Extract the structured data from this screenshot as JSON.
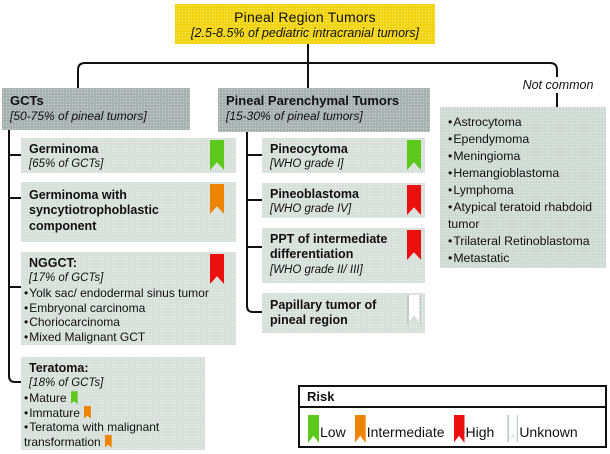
{
  "colors": {
    "root_bg": "#F2D411",
    "header_bg": "#A8B3B1",
    "box_bg": "#D8E0DC",
    "notcommon_bg": "#CFDAD5",
    "risk_low": "#5DC91C",
    "risk_intermediate": "#EE8502",
    "risk_high": "#EB1010",
    "risk_unknown": "#FFFFFF"
  },
  "root": {
    "title": "Pineal Region Tumors",
    "subtitle": "[2.5-8.5% of pediatric intracranial tumors]"
  },
  "gcts": {
    "title": "GCTs",
    "subtitle": "[50-75% of pineal tumors]",
    "germinoma": {
      "title": "Germinoma",
      "subtitle": "[65% of GCTs]",
      "risk": "Low"
    },
    "germinoma_sync": {
      "title": "Germinoma with syncytiotrophoblastic component",
      "risk": "Intermediate"
    },
    "nggct": {
      "title": "NGGCT:",
      "subtitle": "[17% of GCTs]",
      "risk": "High",
      "items": [
        "Yolk sac/ endodermal sinus tumor",
        "Embryonal carcinoma",
        "Choriocarcinoma",
        "Mixed Malignant GCT"
      ]
    },
    "teratoma": {
      "title": "Teratoma:",
      "subtitle": "[18% of GCTs]",
      "items": [
        "Mature",
        "Immature",
        "Teratoma with malignant transformation"
      ],
      "item_risks": [
        "Low",
        "Intermediate",
        "Intermediate"
      ]
    }
  },
  "ppt": {
    "title": "Pineal Parenchymal Tumors",
    "subtitle": "[15-30% of pineal tumors]",
    "pineocytoma": {
      "title": "Pineocytoma",
      "subtitle": "[WHO grade I]",
      "risk": "Low"
    },
    "pineoblastoma": {
      "title": "Pineoblastoma",
      "subtitle": "[WHO grade IV]",
      "risk": "High"
    },
    "intermediate": {
      "title": "PPT of intermediate differentiation",
      "subtitle": "[WHO grade II/ III]",
      "risk": "High"
    },
    "papillary": {
      "title": "Papillary tumor of pineal region",
      "risk": "Unknown"
    }
  },
  "notcommon": {
    "label": "Not common",
    "items": [
      "Astrocytoma",
      "Ependymoma",
      "Meningioma",
      "Hemangioblastoma",
      "Lymphoma",
      "Atypical teratoid rhabdoid tumor",
      "Trilateral Retinoblastoma",
      "Metastatic"
    ]
  },
  "legend": {
    "title": "Risk",
    "items": [
      {
        "label": "Low"
      },
      {
        "label": "Intermediate"
      },
      {
        "label": "High"
      },
      {
        "label": "Unknown"
      }
    ]
  }
}
